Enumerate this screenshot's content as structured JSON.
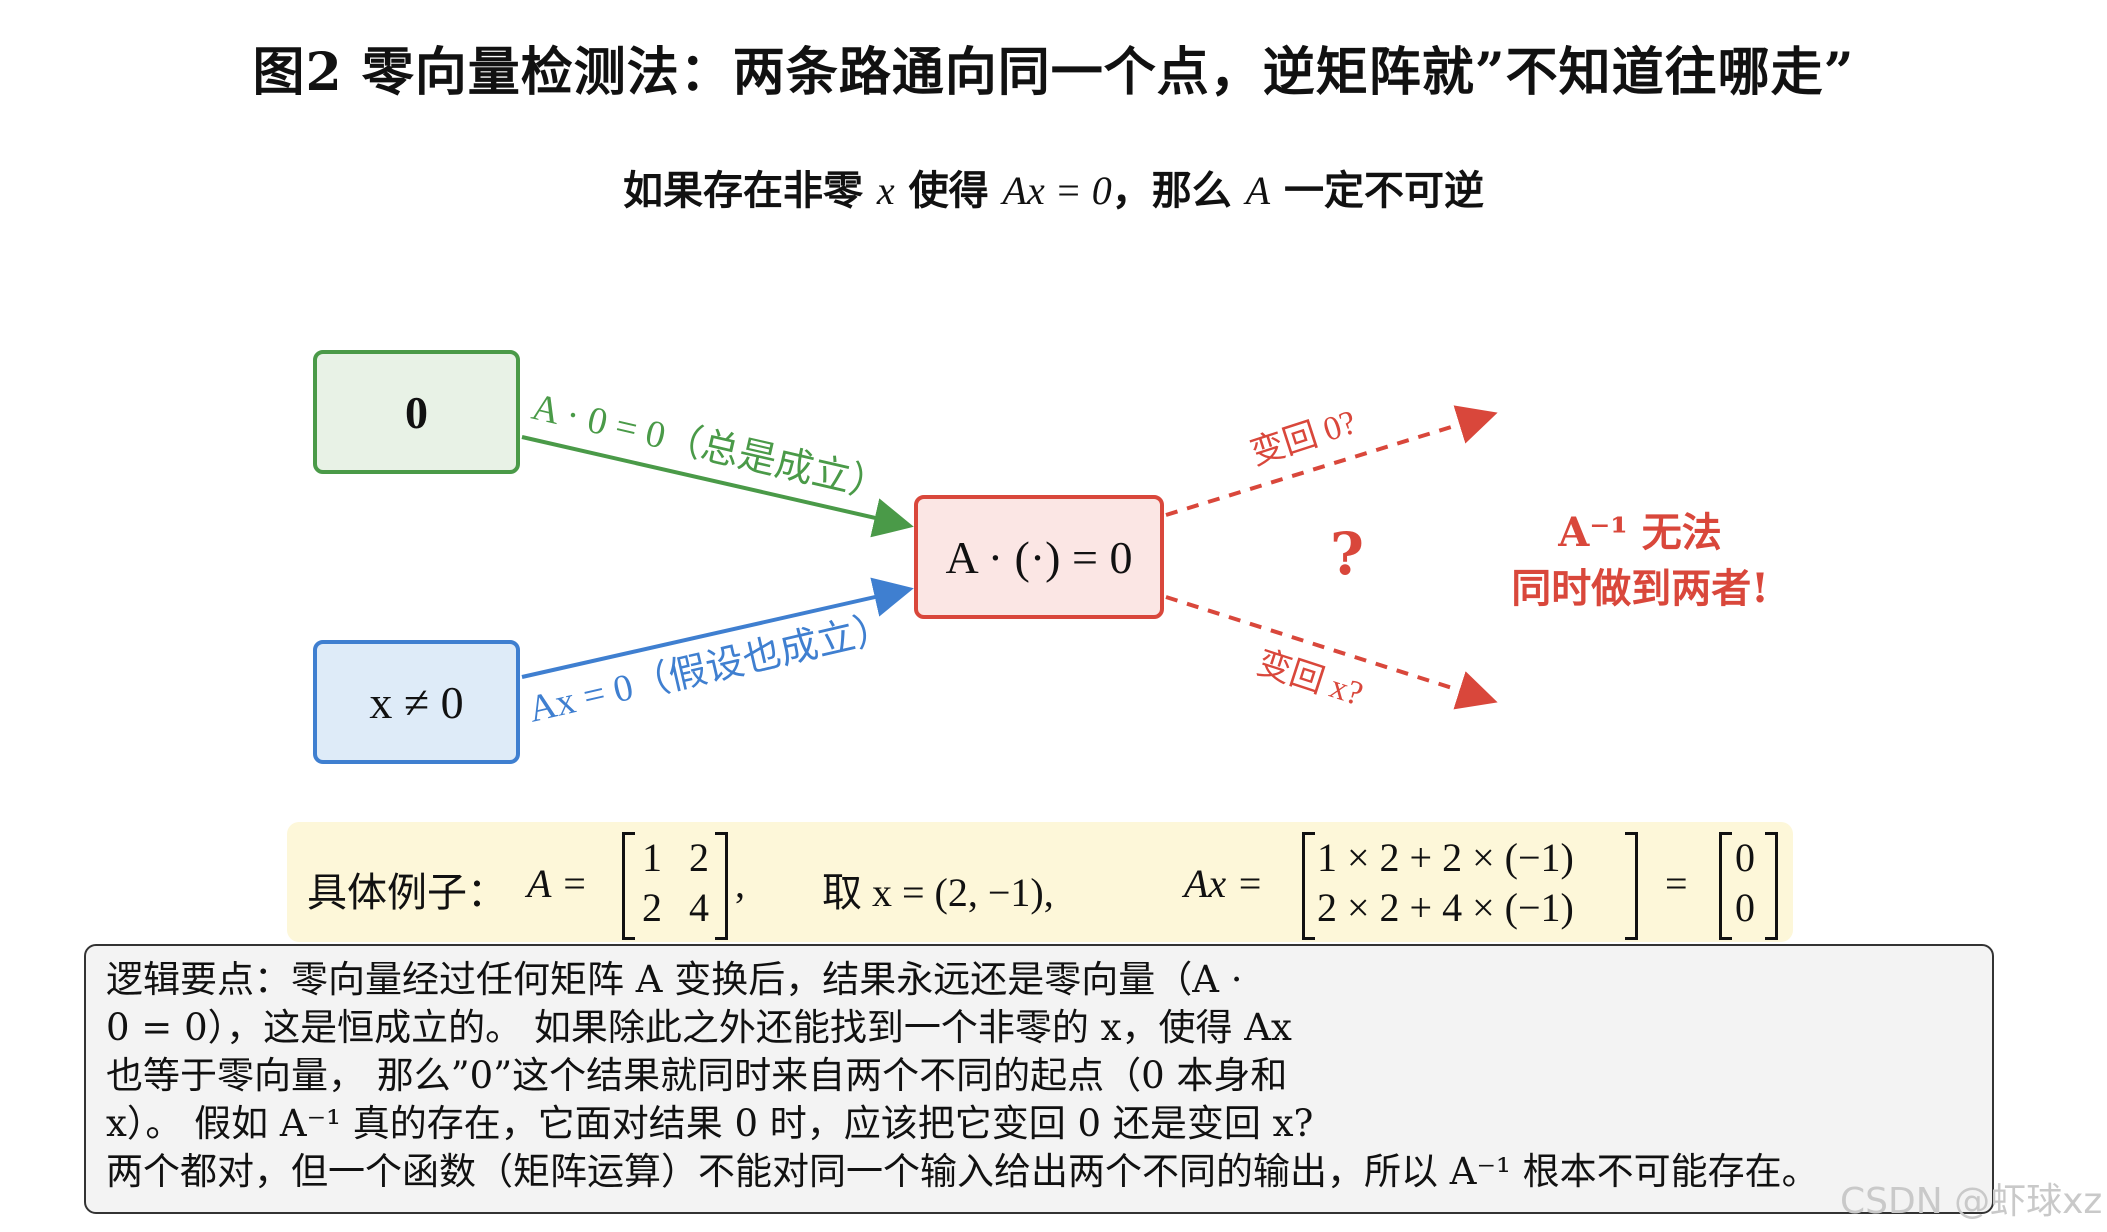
{
  "title": "图2 零向量检测法：两条路通向同一个点，逆矩阵就”不知道往哪走”",
  "subtitle": {
    "prefix": "如果存在非零 ",
    "var_x": "x",
    "middle": " 使得 ",
    "equation": "Ax = 0",
    "middle2": "，那么 ",
    "var_a": "A",
    "suffix": " 一定不可逆"
  },
  "nodes": {
    "zero": "0",
    "x_nonzero": "x ≠ 0",
    "a_dot": "A · (·) = 0"
  },
  "edges": {
    "green": "A · 0 = 0（总是成立）",
    "blue": "Ax = 0（假设也成立）",
    "red_top": "变回 0?",
    "red_bottom": "变回 x?"
  },
  "question_mark": "?",
  "conclusion": {
    "line1": "A⁻¹ 无法",
    "line2": "同时做到两者!"
  },
  "example": {
    "label": "具体例子：",
    "a_eq": "A =",
    "matrix_a": [
      [
        "1",
        "2"
      ],
      [
        "2",
        "4"
      ]
    ],
    "comma1": ",",
    "take": "取 x = (2, −1),",
    "ax_eq": "Ax =",
    "matrix_calc": [
      "1 × 2 + 2 × (−1)",
      "2 × 2 + 4 × (−1)"
    ],
    "eq": "=",
    "matrix_result": [
      "0",
      "0"
    ]
  },
  "keypoint": {
    "lines": [
      "逻辑要点：零向量经过任何矩阵 A 变换后，结果永远还是零向量（A  ·",
      "0   =   0），这是恒成立的。 如果除此之外还能找到一个非零的 x，使得 Ax",
      "也等于零向量， 那么”0”这个结果就同时来自两个不同的起点（0 本身和",
      "x）。 假如 A⁻¹ 真的存在，它面对结果 0 时，应该把它变回 0 还是变回 x?",
      "两个都对，但一个函数（矩阵运算）不能对同一个输入给出两个不同的输出，所以 A⁻¹ 根本不可能存在。"
    ]
  },
  "watermark": "CSDN @虾球xz",
  "colors": {
    "green": "#4a9a48",
    "blue": "#3f7fd0",
    "red": "#d9473b",
    "example_bg": "#fdf7d9"
  }
}
